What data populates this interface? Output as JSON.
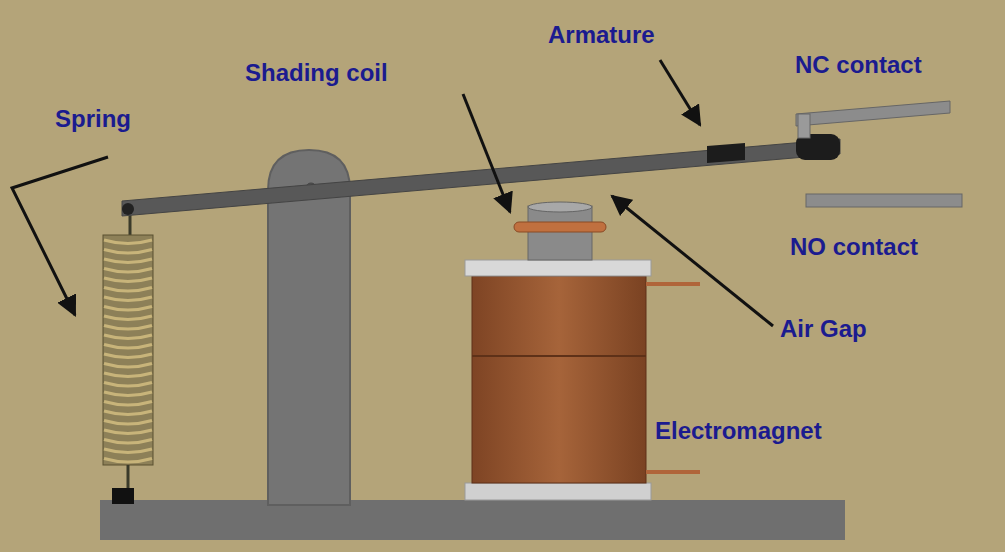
{
  "diagram": {
    "labels": [
      "Spring",
      "Shading coil",
      "Armature",
      "NC contact",
      "NO contact",
      "Air Gap",
      "Electromagnet"
    ]
  }
}
